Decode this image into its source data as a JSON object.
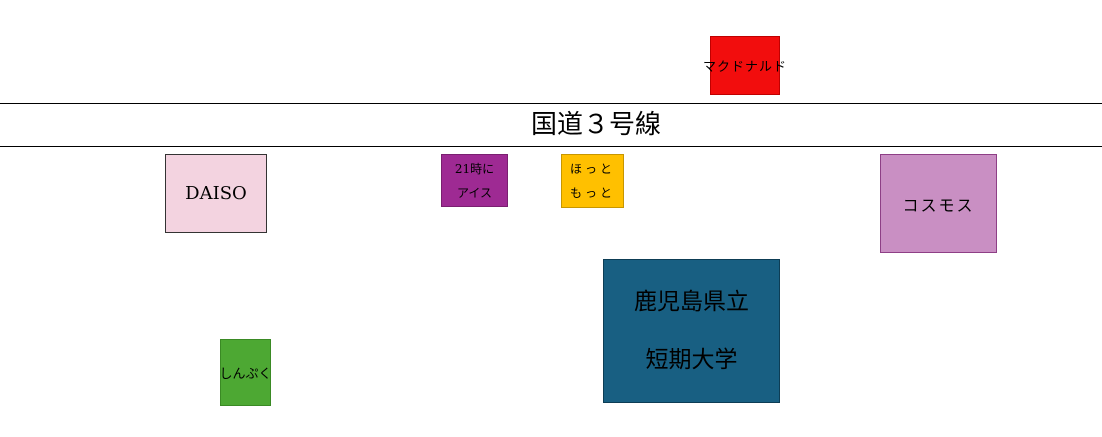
{
  "road": {
    "name": "国道３号線"
  },
  "shops": {
    "mcdonalds": {
      "label": "マクドナルド",
      "color": "#f20d0d"
    },
    "daiso": {
      "label": "DAISO",
      "color": "#f3d3e0"
    },
    "ice21": {
      "line1": "21時に",
      "line2": "アイス",
      "color": "#9e2a93"
    },
    "hottomotto": {
      "line1": "ほっと",
      "line2": "もっと",
      "color": "#ffc000"
    },
    "cosmos": {
      "label": "コスモス",
      "color": "#c98fc3"
    },
    "college": {
      "line1": "鹿児島県立",
      "line2": "短期大学",
      "color": "#185f82"
    },
    "shinbuku": {
      "label": "しんぷく",
      "color": "#4da833"
    }
  }
}
